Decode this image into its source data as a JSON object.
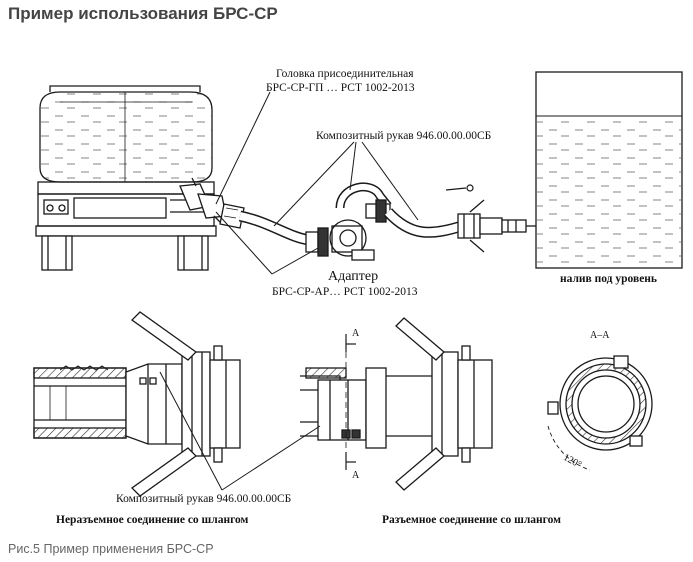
{
  "header": {
    "title": "Пример использования БРС-СР"
  },
  "diagram": {
    "labels": {
      "head_line1": "Головка присоединительная",
      "head_line2": "БРС-СР-ГП … РСТ 1002-2013",
      "hose_top": "Композитный рукав 946.00.00.00СБ",
      "adapter_title": "Адаптер",
      "adapter_code": "БРС-СР-АР… РСТ 1002-2013",
      "fill_level": "налив под уровень",
      "hose_bottom": "Композитный рукав 946.00.00.00СБ",
      "fixed_connection": "Неразъемное соединение со шлангом",
      "detachable_connection": "Разъемное соединение со шлангом",
      "section_title": "А–А",
      "section_marker": "А",
      "angle": "120°"
    }
  },
  "footer": {
    "caption": "Рис.5 Пример применения БРС-СР"
  },
  "colors": {
    "title": "#444444",
    "caption": "#666666",
    "line": "#1a1a1a"
  }
}
